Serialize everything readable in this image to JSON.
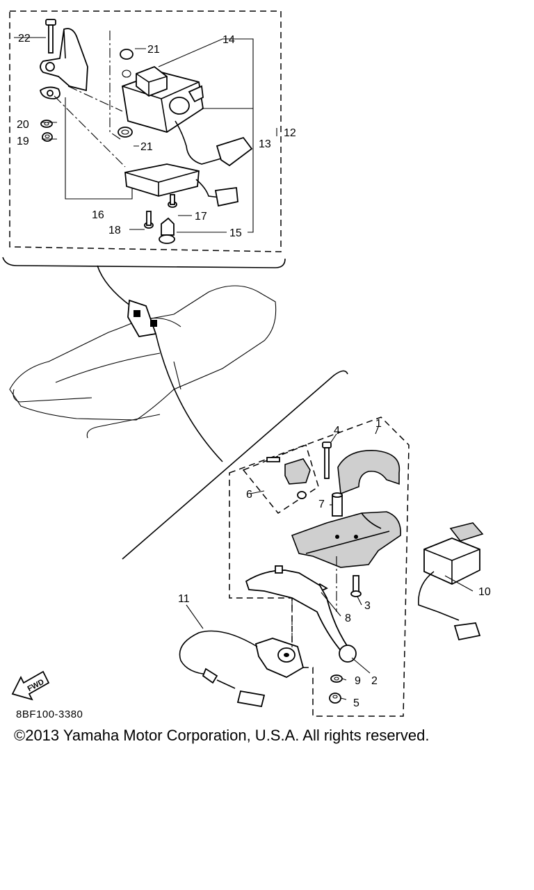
{
  "callouts": {
    "c1": "1",
    "c2": "2",
    "c3": "3",
    "c4": "4",
    "c5": "5",
    "c6": "6",
    "c7": "7",
    "c8": "8",
    "c9": "9",
    "c10": "10",
    "c11": "11",
    "c12": "12",
    "c13": "13",
    "c14": "14",
    "c15": "15",
    "c16": "16",
    "c17": "17",
    "c18": "18",
    "c19": "19",
    "c20": "20",
    "c21a": "21",
    "c21b": "21",
    "c22": "22"
  },
  "fwd_label": "FWD",
  "diagram_code": "8BF100-3380",
  "copyright": "©2013 Yamaha Motor Corporation, U.S.A. All rights reserved."
}
